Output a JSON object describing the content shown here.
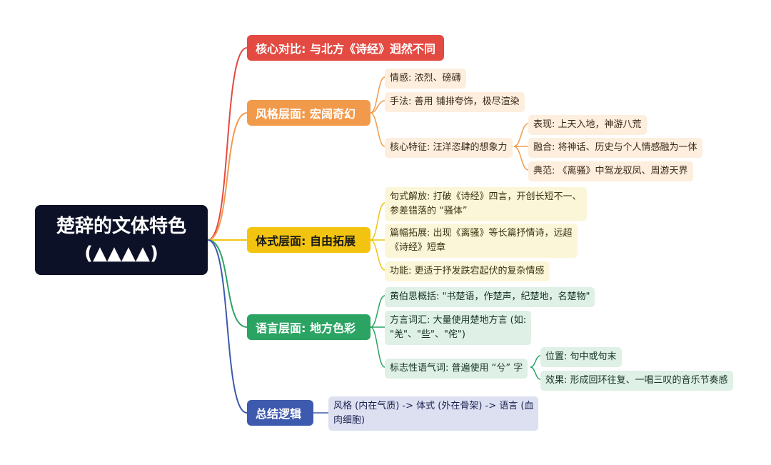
{
  "colors": {
    "root": "#0c1127",
    "red": "#e34a42",
    "orange": "#f29a4b",
    "yellow": "#f2c40f",
    "green": "#2ba362",
    "blue": "#3e5aae"
  },
  "root": {
    "line1": "楚辞的文体特色",
    "line2": "(▲▲▲▲)"
  },
  "branches": {
    "core": {
      "label": "核心对比: 与北方《诗经》迥然不同"
    },
    "style": {
      "label": "风格层面: 宏阔奇幻",
      "emotion": "情感: 浓烈、磅礴",
      "technique": "手法: 善用 铺排夸饰，极尽渲染",
      "feature": "核心特征: 汪洋恣肆的想象力",
      "expression": "表现: 上天入地，神游八荒",
      "fusion": "融合: 将神话、历史与个人情感融为一体",
      "example": "典范: 《离骚》中驾龙驭凤、周游天界"
    },
    "form": {
      "label": "体式层面: 自由拓展",
      "sentence_l1": "句式解放: 打破《诗经》四言，开创长短不一、",
      "sentence_l2": "参差错落的 “骚体”",
      "length_l1": "篇幅拓展: 出现《离骚》等长篇抒情诗，远超",
      "length_l2": "《诗经》短章",
      "function": "功能: 更适于抒发跌宕起伏的复杂情感"
    },
    "language": {
      "label": "语言层面: 地方色彩",
      "huang": "黄伯思概括: \"书楚语，作楚声，纪楚地，名楚物\"",
      "dialect_l1": "方言词汇: 大量使用楚地方言 (如:",
      "dialect_l2": "\"羌\"、\"些\"、\"侘\")",
      "particle": "标志性语气词: 普遍使用 “兮” 字",
      "position": "位置: 句中或句末",
      "effect": "效果: 形成回环往复、一唱三叹的音乐节奏感"
    },
    "summary": {
      "label": "总结逻辑",
      "text_l1": "风格 (内在气质) -> 体式 (外在骨架) -> 语言 (血",
      "text_l2": "肉细胞)"
    }
  }
}
